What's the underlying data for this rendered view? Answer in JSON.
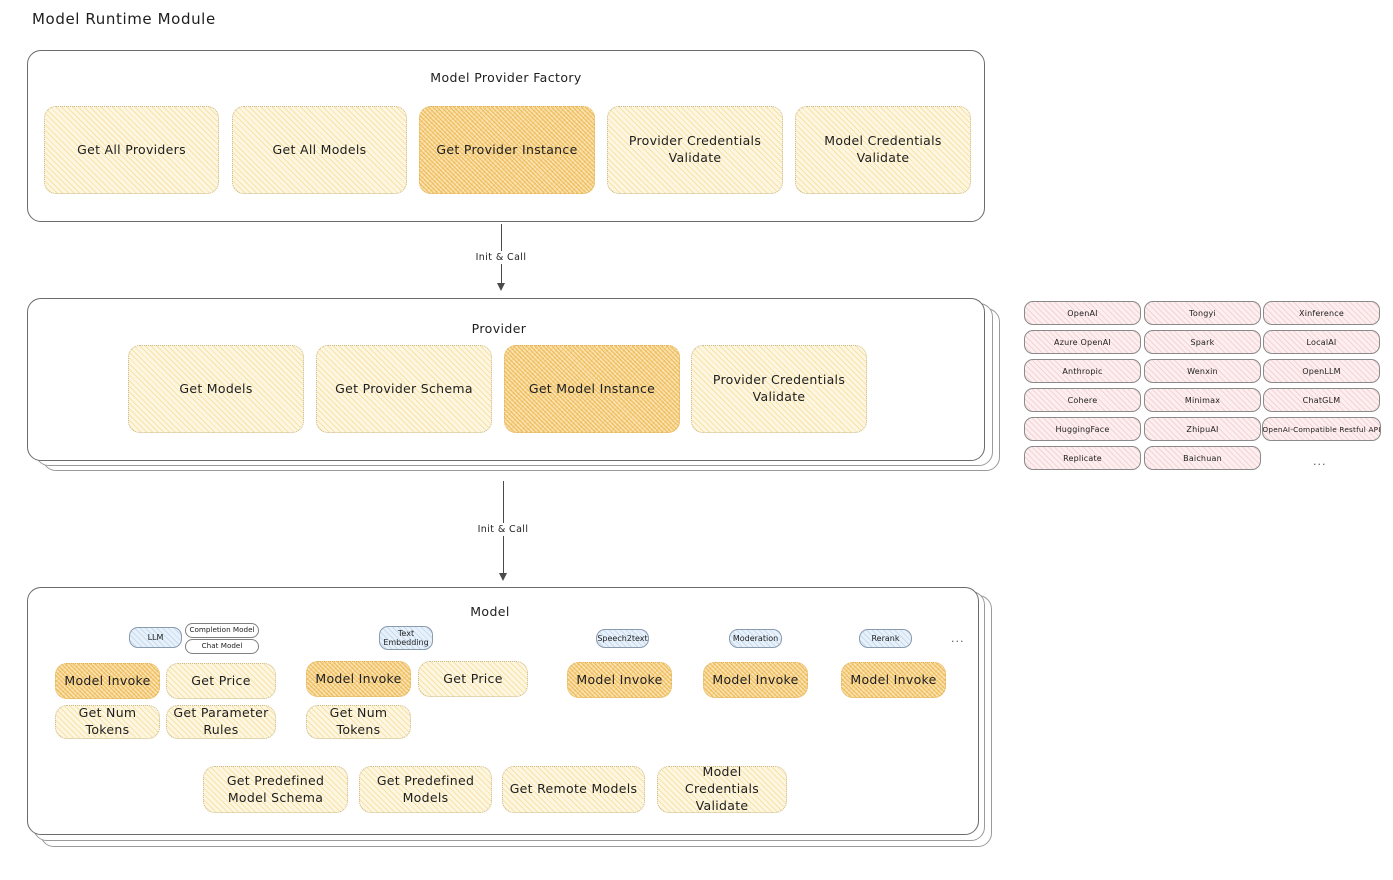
{
  "page": {
    "title": "Model Runtime Module"
  },
  "factory": {
    "title": "Model Provider Factory",
    "cards": [
      {
        "label": "Get All Providers",
        "highlight": false
      },
      {
        "label": "Get All Models",
        "highlight": false
      },
      {
        "label": "Get Provider Instance",
        "highlight": true
      },
      {
        "label": "Provider Credentials Validate",
        "highlight": false
      },
      {
        "label": "Model Credentials Validate",
        "highlight": false
      }
    ]
  },
  "arrows": [
    {
      "label": "Init & Call"
    },
    {
      "label": "Init & Call"
    }
  ],
  "provider": {
    "title": "Provider",
    "cards": [
      {
        "label": "Get Models",
        "highlight": false
      },
      {
        "label": "Get Provider Schema",
        "highlight": false
      },
      {
        "label": "Get Model Instance",
        "highlight": true
      },
      {
        "label": "Provider Credentials Validate",
        "highlight": false
      }
    ]
  },
  "provider_list": {
    "columns": [
      [
        "OpenAI",
        "Azure OpenAI",
        "Anthropic",
        "Cohere",
        "HuggingFace",
        "Replicate"
      ],
      [
        "Tongyi",
        "Spark",
        "Wenxin",
        "Minimax",
        "ZhipuAI",
        "Baichuan"
      ],
      [
        "Xinference",
        "LocalAI",
        "OpenLLM",
        "ChatGLM",
        "OpenAI-Compatible Restful API"
      ]
    ],
    "more": "..."
  },
  "model": {
    "title": "Model",
    "more": "...",
    "types": [
      {
        "badge": "LLM",
        "sub_badges": [
          "Completion Model",
          "Chat Model"
        ],
        "cards": [
          {
            "label": "Model Invoke",
            "highlight": true
          },
          {
            "label": "Get Price",
            "highlight": false
          },
          {
            "label": "Get Num Tokens",
            "highlight": false
          },
          {
            "label": "Get Parameter Rules",
            "highlight": false
          }
        ]
      },
      {
        "badge": "Text Embedding",
        "sub_badges": [],
        "cards": [
          {
            "label": "Model Invoke",
            "highlight": true
          },
          {
            "label": "Get Price",
            "highlight": false
          },
          {
            "label": "Get Num Tokens",
            "highlight": false
          }
        ]
      },
      {
        "badge": "Speech2text",
        "sub_badges": [],
        "cards": [
          {
            "label": "Model Invoke",
            "highlight": true
          }
        ]
      },
      {
        "badge": "Moderation",
        "sub_badges": [],
        "cards": [
          {
            "label": "Model Invoke",
            "highlight": true
          }
        ]
      },
      {
        "badge": "Rerank",
        "sub_badges": [],
        "cards": [
          {
            "label": "Model Invoke",
            "highlight": true
          }
        ]
      }
    ],
    "common_cards": [
      {
        "label": "Get Predefined Model Schema"
      },
      {
        "label": "Get Predefined Models"
      },
      {
        "label": "Get Remote Models"
      },
      {
        "label": "Model Credentials Validate"
      }
    ]
  },
  "colors": {
    "card_fill": "#fdf6e0",
    "card_highlight_fill": "#fbe3b4",
    "pill_fill": "#fdeff0",
    "badge_fill": "#e8f1fa",
    "stroke": "#6b6b6b"
  }
}
